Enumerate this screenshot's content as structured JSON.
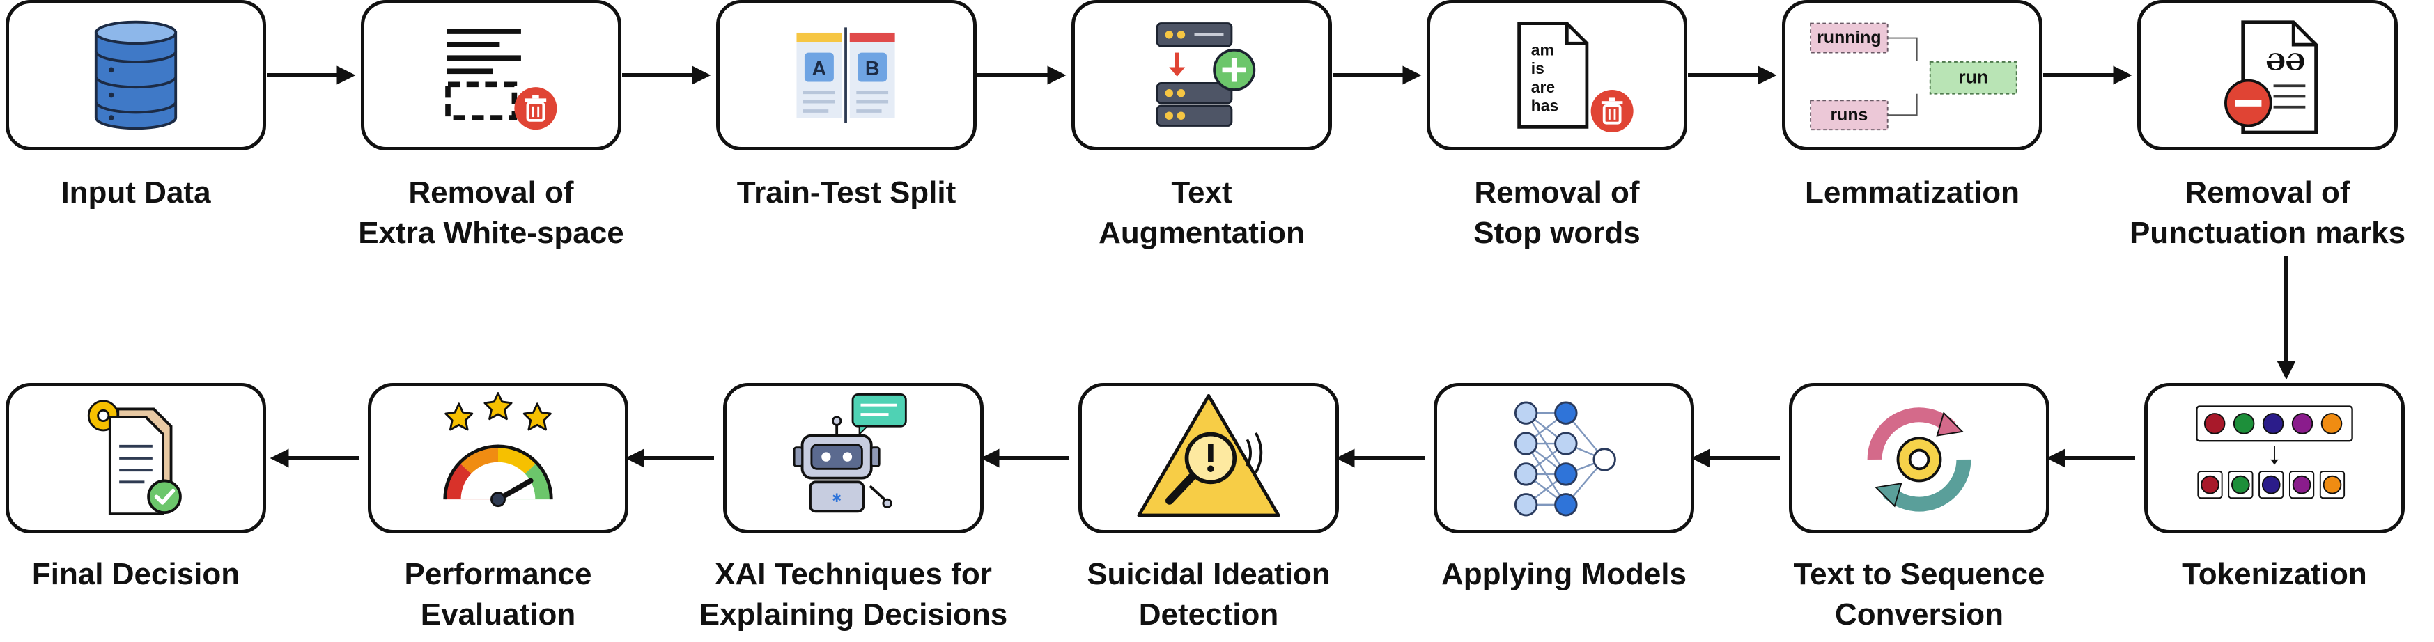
{
  "steps": [
    {
      "id": "input-data",
      "lines": [
        "Input Data"
      ]
    },
    {
      "id": "whitespace",
      "lines": [
        "Removal of",
        "Extra White-space"
      ]
    },
    {
      "id": "split",
      "lines": [
        "Train-Test Split"
      ]
    },
    {
      "id": "augmentation",
      "lines": [
        "Text",
        "Augmentation"
      ]
    },
    {
      "id": "stopwords",
      "lines": [
        "Removal of",
        "Stop words"
      ]
    },
    {
      "id": "lemmatization",
      "lines": [
        "Lemmatization"
      ]
    },
    {
      "id": "punctuation",
      "lines": [
        "Removal of",
        "Punctuation marks"
      ]
    },
    {
      "id": "tokenization",
      "lines": [
        "Tokenization"
      ]
    },
    {
      "id": "sequence",
      "lines": [
        "Text to Sequence",
        "Conversion"
      ]
    },
    {
      "id": "models",
      "lines": [
        "Applying Models"
      ]
    },
    {
      "id": "detection",
      "lines": [
        "Suicidal Ideation",
        "Detection"
      ]
    },
    {
      "id": "xai",
      "lines": [
        "XAI Techniques for",
        "Explaining Decisions"
      ]
    },
    {
      "id": "evaluation",
      "lines": [
        "Performance",
        "Evaluation"
      ]
    },
    {
      "id": "decision",
      "lines": [
        "Final Decision"
      ]
    }
  ],
  "icon_text": {
    "split_a": "A",
    "split_b": "B",
    "stopword_list": [
      "am",
      "is",
      "are",
      "has"
    ],
    "lemma_inputs": [
      "running",
      "runs"
    ],
    "lemma_output": "run",
    "quote_marks": "ƏƏ"
  },
  "colors": {
    "database_blue": "#3f79c7",
    "trash_red": "#e04434",
    "augment_green": "#6cc66b",
    "lemma_pink": "#ecc8d7",
    "lemma_green": "#b9e4b5",
    "warning_yellow": "#f7cd46",
    "robot_teal": "#4fd2b4"
  }
}
